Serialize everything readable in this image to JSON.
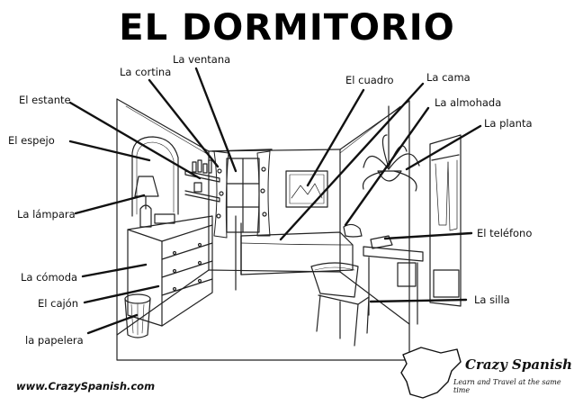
{
  "title": "EL DORMITORIO",
  "labels": {
    "ventana": "La ventana",
    "cortina": "La cortina",
    "estante": "El estante",
    "espejo": "El espejo",
    "lampara": "La lámpara",
    "comoda": "La cómoda",
    "cajon": "El cajón",
    "papelera": "la papelera",
    "cuadro": "El cuadro",
    "cama": "La cama",
    "almohada": "La almohada",
    "planta": "La planta",
    "telefono": "El teléfono",
    "silla": "La silla"
  },
  "footer": {
    "website": "www.CrazySpanish.com",
    "brand": "Crazy Spanish",
    "tagline": "Learn and Travel at the same time"
  }
}
